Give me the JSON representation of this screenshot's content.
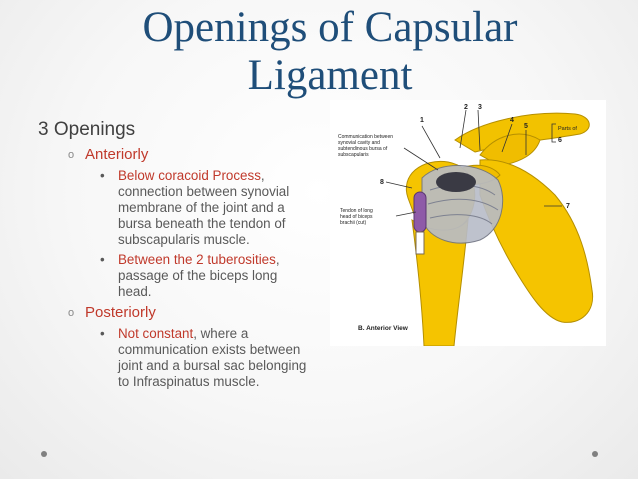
{
  "title_line1": "Openings of Capsular",
  "title_line2": "Ligament",
  "heading": "3 Openings",
  "sections": [
    {
      "label": "Anteriorly",
      "bullets": [
        {
          "highlight": "Below coracoid Process",
          "rest": ", connection between synovial membrane of the joint and a bursa beneath the tendon of subscapularis muscle."
        },
        {
          "highlight": "Between the 2  tuberosities",
          "rest": ", passage of the biceps long head."
        }
      ]
    },
    {
      "label": "Posteriorly",
      "bullets": [
        {
          "highlight": "Not constant",
          "rest": ", where a communication exists between joint and a bursal sac belonging to Infraspinatus muscle."
        }
      ]
    }
  ],
  "figure": {
    "numbers": [
      "1",
      "2",
      "3",
      "4",
      "5",
      "6",
      "7",
      "8"
    ],
    "bracket_label": "Parts of",
    "label_communication": [
      "Communication between",
      "synovial cavity and",
      "subtendinous bursa of",
      "subscapularis"
    ],
    "label_tendon": [
      "Tendon of long",
      "head of biceps",
      "brachii (cut)"
    ],
    "caption": "B. Anterior View"
  },
  "colors": {
    "title": "#1f4e79",
    "highlight": "#c0392b",
    "body": "#595959"
  }
}
